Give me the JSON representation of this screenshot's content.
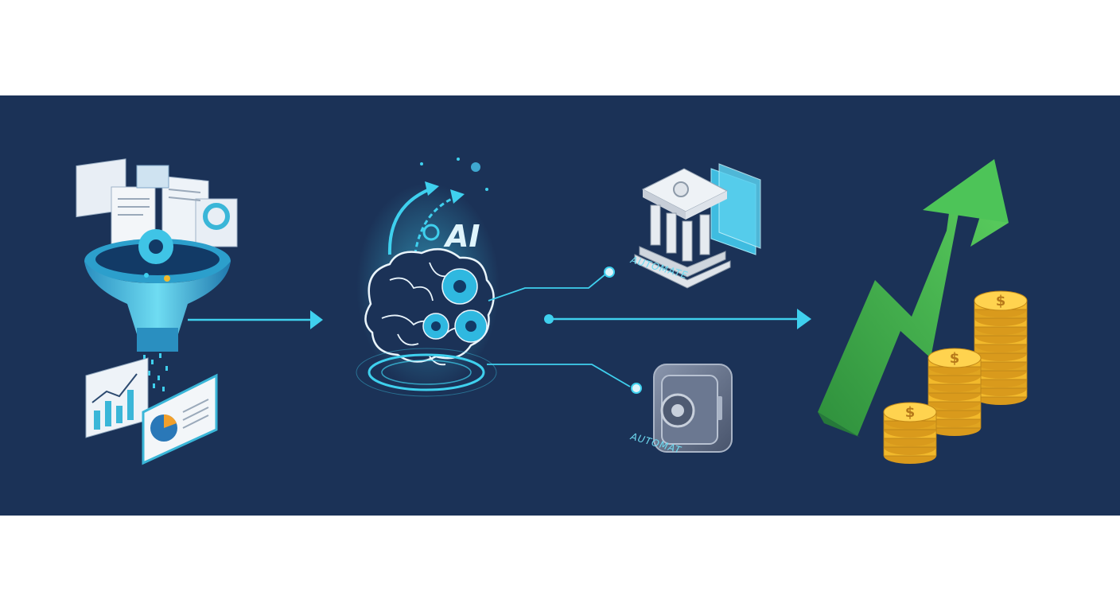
{
  "diagram": {
    "background": "#1b3257",
    "accent": "#3fd0ee",
    "stages": [
      {
        "id": "data-funnel",
        "icon": "funnel-icon"
      },
      {
        "id": "ai-brain",
        "icon": "brain-gears-icon",
        "badge": "AI"
      },
      {
        "id": "bank",
        "icon": "bank-icon",
        "label": "AUTOMATE"
      },
      {
        "id": "safe",
        "icon": "safe-icon",
        "label": "AUTOMAT"
      },
      {
        "id": "growth",
        "icon": "growth-arrow-icon",
        "coin_symbol": "$"
      }
    ],
    "colors": {
      "funnel": "#3ab6d8",
      "brain": "#e9f4fb",
      "bank": "#dfe4ea",
      "safe": "#5d6a82",
      "arrow": "#3fae4a",
      "coin": "#f2b92b"
    }
  }
}
